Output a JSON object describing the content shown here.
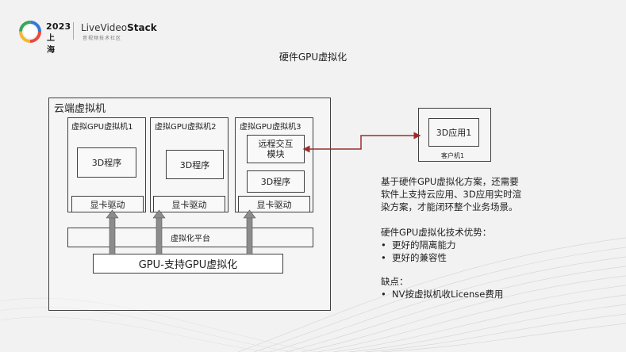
{
  "logo": {
    "year": "2023",
    "city": "上海",
    "brand_prefix": "Live",
    "brand_mid": "Video",
    "brand_suffix": "Stack",
    "subtitle": "音视频技术社区"
  },
  "title": "硬件GPU虚拟化",
  "diagram": {
    "cloud_vm_label": "云端虚拟机",
    "vms": [
      {
        "label": "虚拟GPU虚拟机1",
        "program": "3D程序",
        "driver": "显卡驱动"
      },
      {
        "label": "虚拟GPU虚拟机2",
        "program": "3D程序",
        "driver": "显卡驱动"
      },
      {
        "label": "虚拟GPU虚拟机3",
        "remote": "远程交互模块",
        "remote_line1": "远程交互",
        "remote_line2": "模块",
        "program": "3D程序",
        "driver": "显卡驱动"
      }
    ],
    "virtualization_platform": "虚拟化平台",
    "gpu_box": "GPU-支持GPU虚拟化",
    "client": {
      "app": "3D应用1",
      "label": "客户机1"
    }
  },
  "description": {
    "paragraph": [
      "基于硬件GPU虚拟化方案，还需要",
      "软件上支持云应用、3D应用实时渲",
      "染方案，才能闭环整个业务场景。"
    ],
    "advantages_title": "硬件GPU虚拟化技术优势：",
    "advantages": [
      "更好的隔离能力",
      "更好的兼容性"
    ],
    "disadvantages_title": "缺点：",
    "disadvantages": [
      "NV按虚拟机收License费用"
    ],
    "bullet_char": "•"
  },
  "colors": {
    "connector": "#9b2c2c",
    "arrow_fill": "#8c8c8c",
    "box_border": "#404040"
  }
}
